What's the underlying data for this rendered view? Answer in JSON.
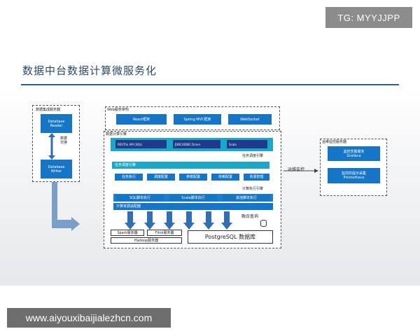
{
  "watermark_tag": "TG: MYYJJPP",
  "page_title": "数据中台数据计算微服务化",
  "collect": {
    "group_label": "数据集成服务器",
    "reader": "Database\nReader",
    "writer": "Database\nWriter",
    "exchange": "数据\n交换"
  },
  "web": {
    "group_label": "Web服务架构",
    "boxes": [
      "React框架",
      "Spring MVC框架",
      "WebSocket"
    ]
  },
  "compute": {
    "group_label": "数据计算引擎",
    "api_boxes": [
      "RESTful API (SQL)",
      "JDBC/ODBC Driver",
      "Scala"
    ],
    "schedule_label": "任务调度引擎",
    "task_engine": "任务调度引擎",
    "task_boxes": [
      "任务执行",
      "调度配置",
      "参数配置",
      "依赖配置",
      "资源管理"
    ],
    "exec_label": "计算执行引擎",
    "exec_boxes": [
      "SQL脚本执行",
      "Scala脚本执行",
      "其他脚本执行"
    ],
    "adapter": "计算资源适配器",
    "fusion": "融合查询",
    "spark": "Spark服务器",
    "flink": "Flink服务器",
    "hadoop": "Hadoop服务器",
    "postgres": "PostgreSQL 数据库"
  },
  "monitor": {
    "group_label": "运维监控服务器",
    "arrow_label": "运维监控",
    "boxes": [
      "监控告警服务\nGrafana",
      "监控的提示采集\nPrometheus"
    ]
  },
  "footer_url": "www.aiyouxibaijialezhcn.com"
}
